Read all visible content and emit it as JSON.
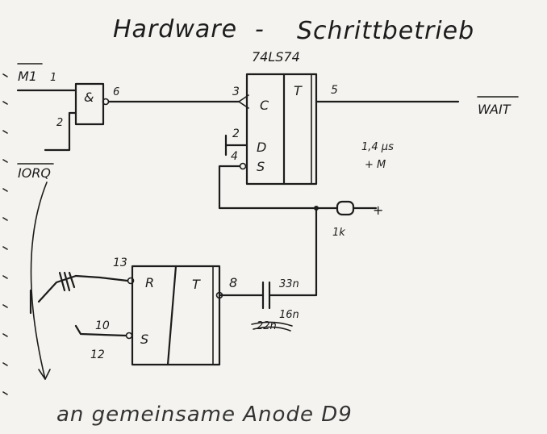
{
  "title_left": "Hardware",
  "title_dash": "-",
  "title_right": "Schrittbetrieb",
  "ic_top": {
    "part": "74LS74",
    "pin_c": "C",
    "pin_d": "D",
    "pin_s": "S",
    "pin_t": "T",
    "num_clock": "3",
    "num_d": "2",
    "num_s": "4",
    "num_q": "5"
  },
  "ic_bottom": {
    "pin_r": "R",
    "pin_s": "S",
    "pin_t": "T",
    "num_r": "13",
    "num_s": "10",
    "num_s_alt": "12",
    "num_q": "8"
  },
  "gate": {
    "type": "&",
    "in1": "1",
    "in2": "2",
    "out": "6"
  },
  "signals": {
    "m1": "M1",
    "iorq": "IORQ",
    "wait": "WAIT",
    "plus": "+"
  },
  "components": {
    "resistor": "1k",
    "capacitor": "33n",
    "cap_pin": "16n",
    "cap_note": "22n"
  },
  "timing": {
    "line1": "1,4 µs",
    "line2": "+ M"
  },
  "note": "an gemeinsame Anode D9"
}
